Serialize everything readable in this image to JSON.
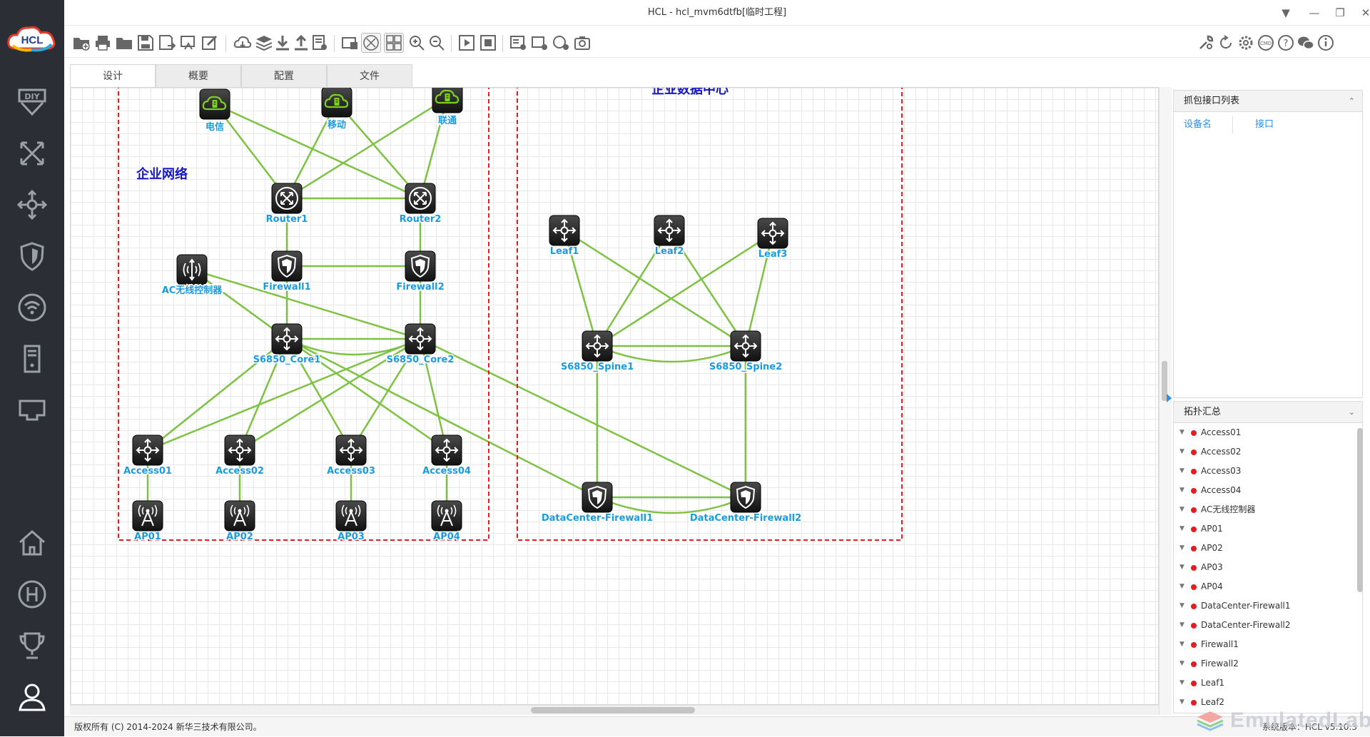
{
  "app": {
    "title": "HCL - hcl_mvm6dtfb[临时工程]",
    "logo_text": "HCL"
  },
  "tabs": [
    {
      "label": "设计",
      "active": true
    },
    {
      "label": "概要",
      "active": false
    },
    {
      "label": "配置",
      "active": false
    },
    {
      "label": "文件",
      "active": false
    }
  ],
  "topology": {
    "regions": [
      {
        "label": "企业网络"
      },
      {
        "label": "企业数据中心"
      }
    ],
    "devices": [
      {
        "label": "电信",
        "type": "cloud"
      },
      {
        "label": "移动",
        "type": "cloud"
      },
      {
        "label": "联通",
        "type": "cloud"
      },
      {
        "label": "Router1",
        "type": "router"
      },
      {
        "label": "Router2",
        "type": "router"
      },
      {
        "label": "Firewall1",
        "type": "firewall"
      },
      {
        "label": "Firewall2",
        "type": "firewall"
      },
      {
        "label": "AC无线控制器",
        "type": "ac"
      },
      {
        "label": "S6850_Core1",
        "type": "switch"
      },
      {
        "label": "S6850_Core2",
        "type": "switch"
      },
      {
        "label": "Access01",
        "type": "switch"
      },
      {
        "label": "Access02",
        "type": "switch"
      },
      {
        "label": "Access03",
        "type": "switch"
      },
      {
        "label": "Access04",
        "type": "switch"
      },
      {
        "label": "AP01",
        "type": "ap"
      },
      {
        "label": "AP02",
        "type": "ap"
      },
      {
        "label": "AP03",
        "type": "ap"
      },
      {
        "label": "AP04",
        "type": "ap"
      },
      {
        "label": "Leaf1",
        "type": "switch"
      },
      {
        "label": "Leaf2",
        "type": "switch"
      },
      {
        "label": "Leaf3",
        "type": "switch"
      },
      {
        "label": "S6850_Spine1",
        "type": "switch"
      },
      {
        "label": "S6850_Spine2",
        "type": "switch"
      },
      {
        "label": "DataCenter-Firewall1",
        "type": "firewall"
      },
      {
        "label": "DataCenter-Firewall2",
        "type": "firewall"
      }
    ],
    "links": [
      [
        "电信",
        "Router1"
      ],
      [
        "电信",
        "Router2"
      ],
      [
        "移动",
        "Router1"
      ],
      [
        "移动",
        "Router2"
      ],
      [
        "联通",
        "Router1"
      ],
      [
        "联通",
        "Router2"
      ],
      [
        "Router1",
        "Router2"
      ],
      [
        "Router1",
        "Firewall1"
      ],
      [
        "Router2",
        "Firewall2"
      ],
      [
        "Firewall1",
        "Firewall2"
      ],
      [
        "Firewall1",
        "S6850_Core1"
      ],
      [
        "Firewall2",
        "S6850_Core2"
      ],
      [
        "AC无线控制器",
        "S6850_Core1"
      ],
      [
        "AC无线控制器",
        "S6850_Core2"
      ],
      [
        "S6850_Core1",
        "S6850_Core2"
      ],
      [
        "S6850_Core1",
        "S6850_Core2",
        "curve"
      ],
      [
        "S6850_Core1",
        "Access01"
      ],
      [
        "S6850_Core1",
        "Access02"
      ],
      [
        "S6850_Core1",
        "Access03"
      ],
      [
        "S6850_Core1",
        "Access04"
      ],
      [
        "S6850_Core2",
        "Access01"
      ],
      [
        "S6850_Core2",
        "Access02"
      ],
      [
        "S6850_Core2",
        "Access03"
      ],
      [
        "S6850_Core2",
        "Access04"
      ],
      [
        "Access01",
        "AP01"
      ],
      [
        "Access02",
        "AP02"
      ],
      [
        "Access03",
        "AP03"
      ],
      [
        "Access04",
        "AP04"
      ],
      [
        "S6850_Core1",
        "DataCenter-Firewall1"
      ],
      [
        "S6850_Core2",
        "DataCenter-Firewall2"
      ],
      [
        "Leaf1",
        "S6850_Spine1"
      ],
      [
        "Leaf1",
        "S6850_Spine2"
      ],
      [
        "Leaf2",
        "S6850_Spine1"
      ],
      [
        "Leaf2",
        "S6850_Spine2"
      ],
      [
        "Leaf3",
        "S6850_Spine1"
      ],
      [
        "Leaf3",
        "S6850_Spine2"
      ],
      [
        "S6850_Spine1",
        "S6850_Spine2"
      ],
      [
        "S6850_Spine1",
        "S6850_Spine2",
        "curve"
      ],
      [
        "S6850_Spine1",
        "DataCenter-Firewall1"
      ],
      [
        "S6850_Spine2",
        "DataCenter-Firewall2"
      ],
      [
        "DataCenter-Firewall1",
        "DataCenter-Firewall2"
      ],
      [
        "DataCenter-Firewall1",
        "DataCenter-Firewall2",
        "curve"
      ]
    ]
  },
  "capture_panel": {
    "title": "抓包接口列表",
    "col_device": "设备名",
    "col_interface": "接口"
  },
  "summary_panel": {
    "title": "拓扑汇总",
    "items": [
      "Access01",
      "Access02",
      "Access03",
      "Access04",
      "AC无线控制器",
      "AP01",
      "AP02",
      "AP03",
      "AP04",
      "DataCenter-Firewall1",
      "DataCenter-Firewall2",
      "Firewall1",
      "Firewall2",
      "Leaf1",
      "Leaf2"
    ]
  },
  "status": {
    "copyright": "版权所有 (C) 2014-2024 新华三技术有限公司。",
    "version": "系统版本：HCL v5.10.3"
  },
  "watermark": "EmulatedLab",
  "colors": {
    "link": "#7dc242",
    "region_border": "#e02020",
    "region_label": "#1515c8",
    "device_label": "#1a9be0",
    "cloud_accent": "#7cd020",
    "sidebar_bg": "#2b2e35",
    "status_dot": "#e02020"
  }
}
